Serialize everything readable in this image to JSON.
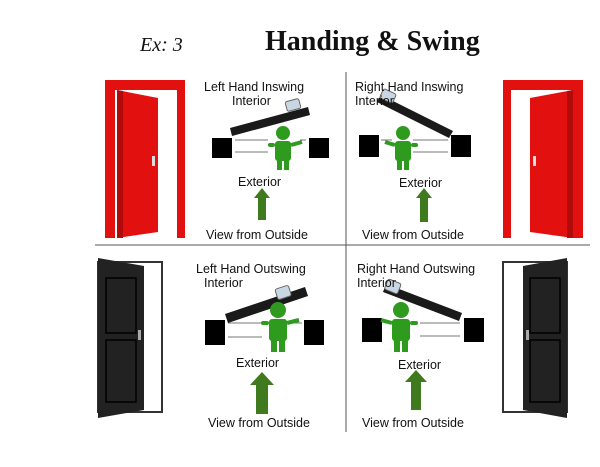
{
  "header": {
    "example_label": "Ex: 3",
    "title": "Handing & Swing"
  },
  "panels": [
    {
      "title": "Left Hand Inswing",
      "interior_label": "Interior",
      "exterior_label": "Exterior",
      "view_label": "View from Outside",
      "door_color": "#e31010"
    },
    {
      "title": "Right Hand Inswing",
      "interior_label": "Interior",
      "exterior_label": "Exterior",
      "view_label": "View from Outside",
      "door_color": "#e31010"
    },
    {
      "title": "Left Hand Outswing",
      "interior_label": "Interior",
      "exterior_label": "Exterior",
      "view_label": "View from Outside",
      "door_color": "#222222"
    },
    {
      "title": "Right Hand Outswing",
      "interior_label": "Interior",
      "exterior_label": "Exterior",
      "view_label": "View from Outside",
      "door_color": "#222222"
    }
  ],
  "colors": {
    "figure": "#2e9a1e",
    "arrow": "#3f7a1f",
    "wall": "#000000",
    "hinge": "#c9d6e3"
  }
}
